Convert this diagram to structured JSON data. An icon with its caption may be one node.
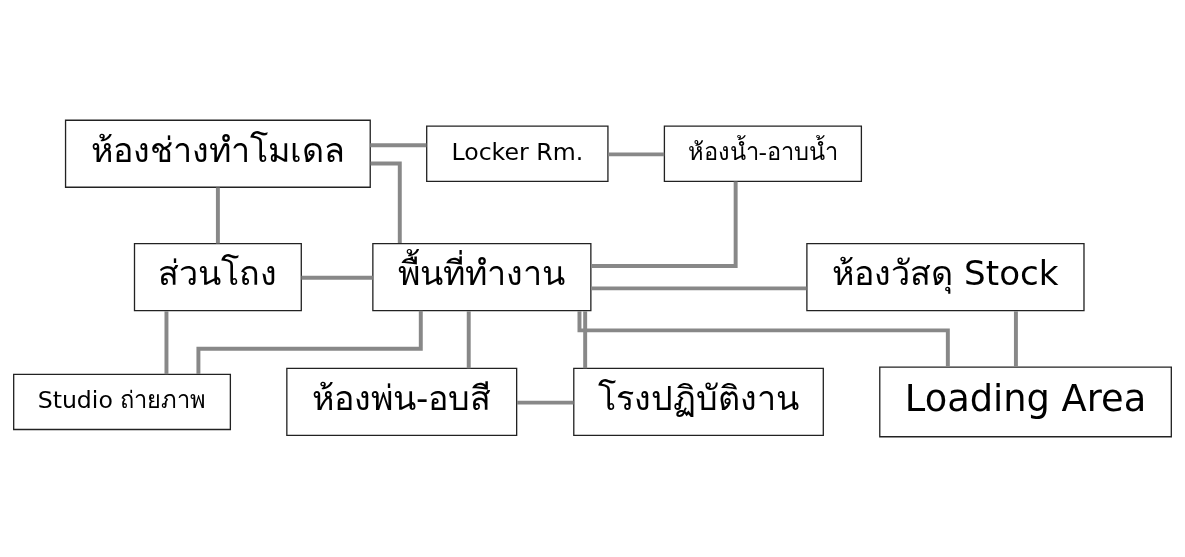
{
  "diagram": {
    "nodes": [
      {
        "text": [
          "ห้องช่างทำโมเดล"
        ]
      },
      {
        "text": [
          "Locker Rm."
        ]
      },
      {
        "text": [
          "ห้องน้ำ-อาบน้ำ"
        ]
      },
      {
        "text": [
          "ห้องวัสดุ Stock"
        ]
      },
      {
        "text": [
          "ส่วนโถง"
        ]
      },
      {
        "text": [
          "พื้นที่ทำงาน"
        ]
      },
      {
        "text": [
          "Loading Area"
        ]
      },
      {
        "text": [
          "โรงปฏิบัติงาน"
        ]
      },
      {
        "text": [
          "Studio ถ่ายภาพ"
        ]
      },
      {
        "text": [
          "ห้องพ่น-อบสี"
        ]
      }
    ],
    "edges": [
      {
        "from": 0,
        "to": 1,
        "arrow": "none"
      },
      {
        "from": 1,
        "to": 2,
        "arrow": "none"
      },
      {
        "from": 0,
        "to": 4,
        "arrow": "none"
      },
      {
        "from": 0,
        "to": 5,
        "arrow": "none"
      },
      {
        "from": 2,
        "to": 5,
        "arrow": "none"
      },
      {
        "from": 5,
        "to": 3,
        "arrow": "none"
      },
      {
        "from": 3,
        "to": 6,
        "arrow": "none"
      },
      {
        "from": 4,
        "to": 5,
        "arrow": "none"
      },
      {
        "from": 5,
        "to": 6,
        "arrow": "none"
      },
      {
        "from": 4,
        "to": 8,
        "arrow": "none"
      },
      {
        "from": 8,
        "to": 5,
        "arrow": "none"
      },
      {
        "from": 5,
        "to": 9,
        "arrow": "none"
      },
      {
        "from": 5,
        "to": 7,
        "arrow": "none"
      },
      {
        "from": 9,
        "to": 7,
        "arrow": "none"
      }
    ]
  }
}
